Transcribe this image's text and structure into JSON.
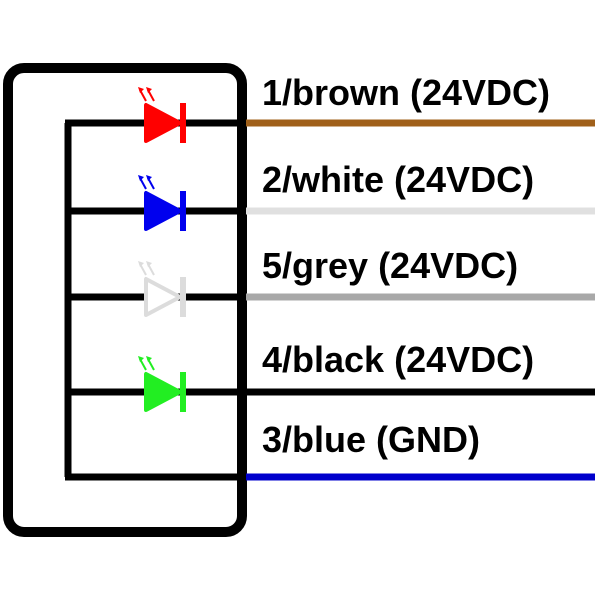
{
  "wires": [
    {
      "id": "brown",
      "label": "1/brown (24VDC)",
      "wire_color": "#a0601a",
      "led_color": "#ff0000",
      "led_on": true,
      "led_stroke": "#ff0000"
    },
    {
      "id": "white",
      "label": "2/white (24VDC)",
      "wire_color": "#e0e0e0",
      "led_color": "#0000ee",
      "led_on": true,
      "led_stroke": "#0000ee"
    },
    {
      "id": "grey",
      "label": "5/grey (24VDC)",
      "wire_color": "#a8a8a8",
      "led_color": "#ffffff",
      "led_on": true,
      "led_stroke": "#dcdcdc"
    },
    {
      "id": "black",
      "label": "4/black (24VDC)",
      "wire_color": "#000000",
      "led_color": "#22ee22",
      "led_on": true,
      "led_stroke": "#22ee22"
    },
    {
      "id": "blue",
      "label": "3/blue (GND)",
      "wire_color": "#0000cc",
      "led_color": null,
      "led_on": false,
      "led_stroke": null
    }
  ],
  "colors": {
    "frame": "#000000",
    "background": "#ffffff"
  },
  "icons": {
    "led": "led-diode-icon",
    "emission": "light-emission-arrows-icon"
  }
}
